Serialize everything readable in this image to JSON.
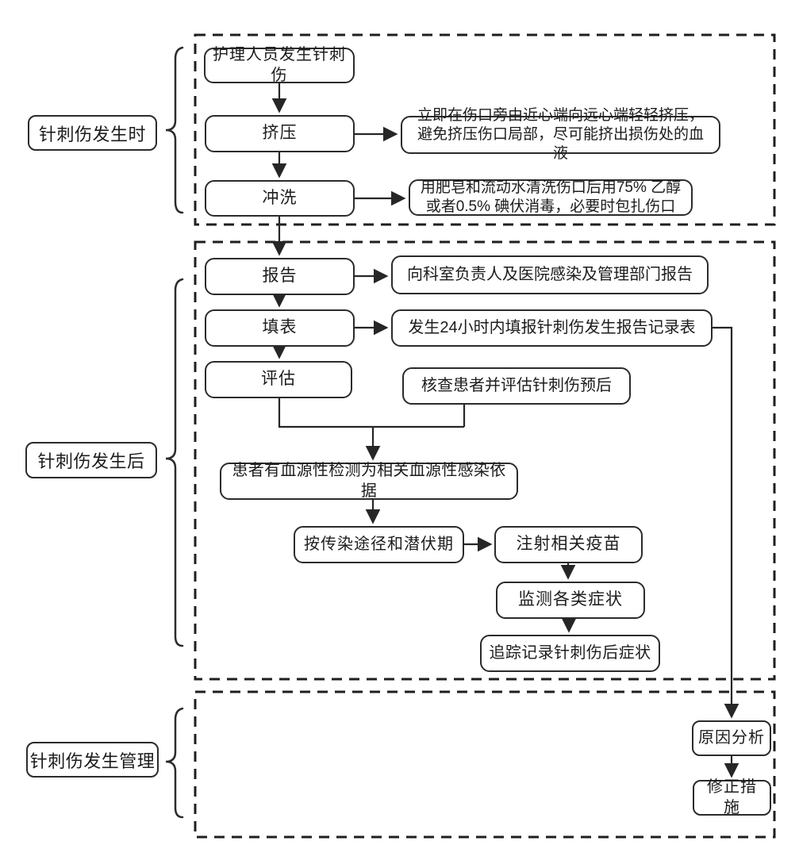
{
  "diagram_type": "flowchart",
  "language": "zh-CN",
  "topic": "针刺伤处理流程",
  "colors": {
    "background": "#ffffff",
    "line": "#262626",
    "box_border": "#2b2b2b",
    "text": "#1c1c1c"
  },
  "sections": [
    {
      "side_label": "针刺伤发生时"
    },
    {
      "side_label": "针刺伤发生后"
    },
    {
      "side_label": "针刺伤发生管理"
    }
  ],
  "nodes": {
    "start": "护理人员发生针刺伤",
    "squeeze": "挤压",
    "squeeze_note": "立即在伤口旁由近心端向远心端轻轻挤压，避免挤压伤口局部，尽可能挤出损伤处的血液",
    "rinse": "冲洗",
    "rinse_note": "用肥皂和流动水清洗伤口后用75% 乙醇或者0.5% 碘伏消毒，必要时包扎伤口",
    "report": "报告",
    "report_note": "向科室负责人及医院感染及管理部门报告",
    "form": "填表",
    "form_note": "发生24小时内填报针刺伤发生报告记录表",
    "assess": "评估",
    "assess_note": "核查患者并评估针刺伤预后",
    "evidence": "患者有血源性检测为相关血源性感染依据",
    "route": "按传染途径和潜伏期",
    "vaccine": "注射相关疫苗",
    "monitor": "监测各类症状",
    "track": "追踪记录针刺伤后症状",
    "cause": "原因分析",
    "correction": "修正措施"
  }
}
